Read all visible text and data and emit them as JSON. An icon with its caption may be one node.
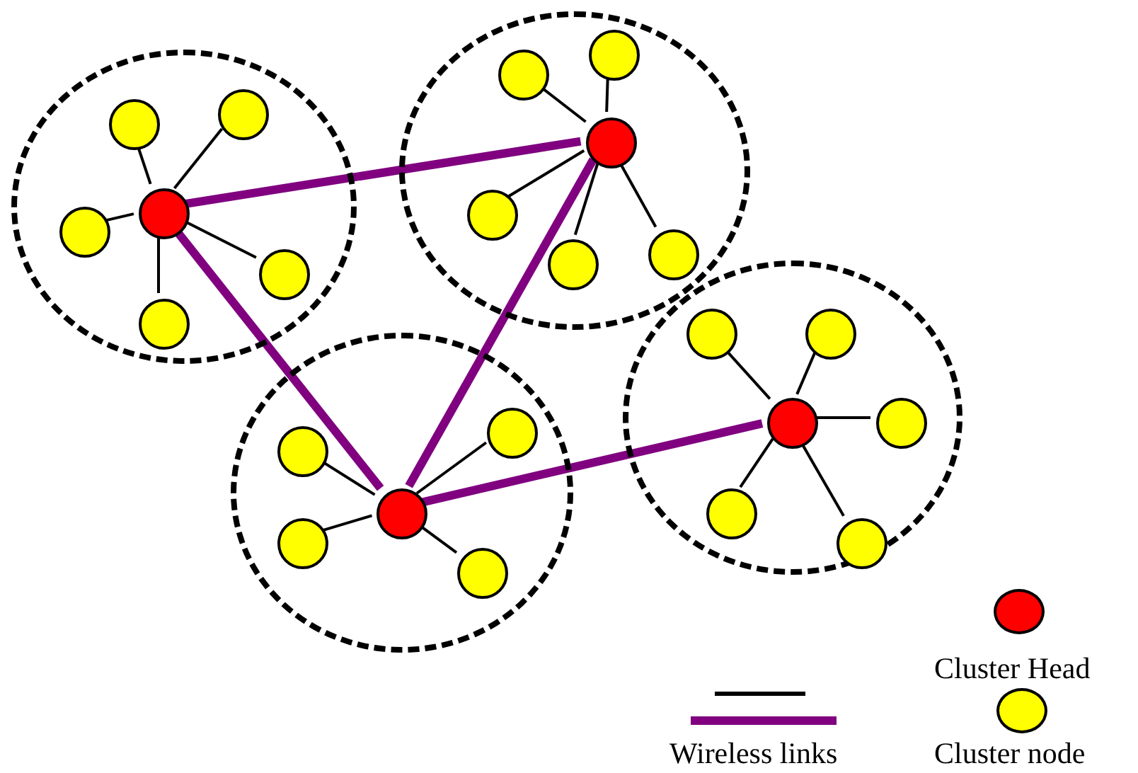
{
  "diagram": {
    "nodes": [
      {
        "text": [],
        "shape": "circle"
      },
      {
        "text": [],
        "shape": "circle",
        "in": 0
      },
      {
        "text": [],
        "shape": "circle",
        "in": 0
      },
      {
        "text": [],
        "shape": "circle",
        "in": 0
      },
      {
        "text": [],
        "shape": "circle",
        "in": 0
      },
      {
        "text": [],
        "shape": "circle",
        "in": 0
      },
      {
        "text": [],
        "shape": "circle",
        "in": 0
      },
      {
        "text": [],
        "shape": "circle"
      },
      {
        "text": [],
        "shape": "circle",
        "in": 7
      },
      {
        "text": [],
        "shape": "circle",
        "in": 7
      },
      {
        "text": [],
        "shape": "circle",
        "in": 7
      },
      {
        "text": [],
        "shape": "circle",
        "in": 7
      },
      {
        "text": [],
        "shape": "circle",
        "in": 7
      },
      {
        "text": [],
        "shape": "circle",
        "in": 7
      },
      {
        "text": [],
        "shape": "circle"
      },
      {
        "text": [],
        "shape": "circle",
        "in": 14
      },
      {
        "text": [],
        "shape": "circle",
        "in": 14
      },
      {
        "text": [],
        "shape": "circle",
        "in": 14
      },
      {
        "text": [],
        "shape": "circle",
        "in": 14
      },
      {
        "text": [],
        "shape": "circle",
        "in": 14
      },
      {
        "text": [],
        "shape": "circle"
      },
      {
        "text": [],
        "shape": "circle",
        "in": 20
      },
      {
        "text": [],
        "shape": "circle",
        "in": 20
      },
      {
        "text": [],
        "shape": "circle",
        "in": 20
      },
      {
        "text": [],
        "shape": "circle",
        "in": 20
      },
      {
        "text": [],
        "shape": "circle",
        "in": 20
      },
      {
        "text": [],
        "shape": "circle",
        "in": 20
      }
    ],
    "edges": [
      {
        "from": 1,
        "to": 2,
        "arrow": "none"
      },
      {
        "from": 1,
        "to": 3,
        "arrow": "none"
      },
      {
        "from": 1,
        "to": 4,
        "arrow": "none"
      },
      {
        "from": 1,
        "to": 5,
        "arrow": "none"
      },
      {
        "from": 1,
        "to": 6,
        "arrow": "none"
      },
      {
        "from": 8,
        "to": 9,
        "arrow": "none"
      },
      {
        "from": 8,
        "to": 10,
        "arrow": "none"
      },
      {
        "from": 8,
        "to": 11,
        "arrow": "none"
      },
      {
        "from": 8,
        "to": 12,
        "arrow": "none"
      },
      {
        "from": 8,
        "to": 13,
        "arrow": "none"
      },
      {
        "from": 15,
        "to": 16,
        "arrow": "none"
      },
      {
        "from": 15,
        "to": 17,
        "arrow": "none"
      },
      {
        "from": 15,
        "to": 18,
        "arrow": "none"
      },
      {
        "from": 15,
        "to": 19,
        "arrow": "none"
      },
      {
        "from": 21,
        "to": 22,
        "arrow": "none"
      },
      {
        "from": 21,
        "to": 23,
        "arrow": "none"
      },
      {
        "from": 21,
        "to": 24,
        "arrow": "none"
      },
      {
        "from": 21,
        "to": 25,
        "arrow": "none"
      },
      {
        "from": 21,
        "to": 26,
        "arrow": "none"
      },
      {
        "from": 1,
        "to": 8,
        "arrow": "none",
        "style": "thick",
        "color": "#800080"
      },
      {
        "from": 1,
        "to": 15,
        "arrow": "none",
        "style": "thick",
        "color": "#800080"
      },
      {
        "from": 8,
        "to": 15,
        "arrow": "none",
        "style": "thick",
        "color": "#800080"
      },
      {
        "from": 15,
        "to": 21,
        "arrow": "none",
        "style": "thick",
        "color": "#800080"
      }
    ],
    "legend": [
      {
        "text": "Cluster Head",
        "color": "#ff0000"
      },
      {
        "text": "Wireless links"
      },
      {
        "text": "Cluster node",
        "color": "#ffff00"
      }
    ]
  }
}
